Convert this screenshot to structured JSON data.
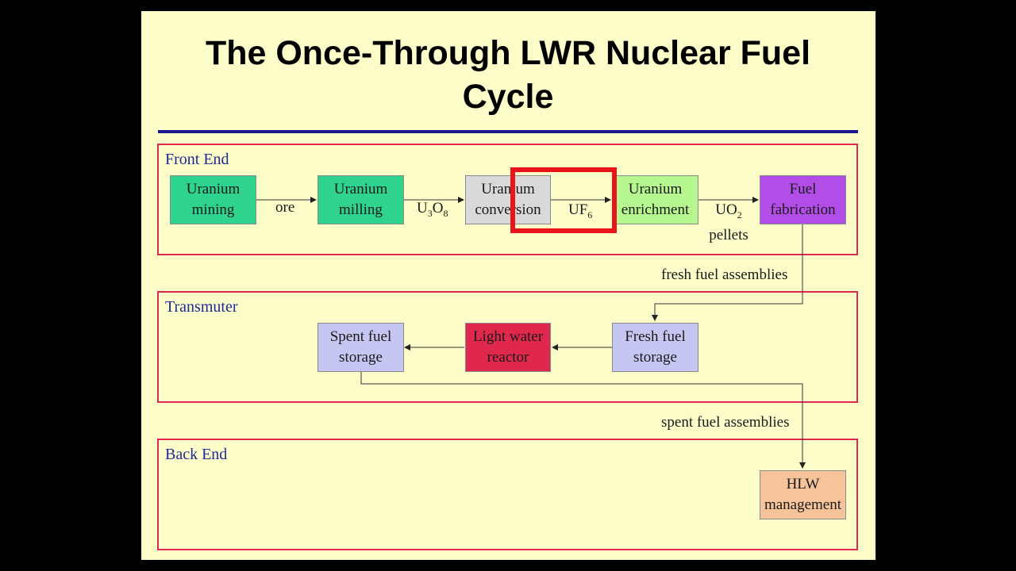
{
  "title": {
    "line1": "The Once-Through LWR Nuclear Fuel",
    "line2": "Cycle"
  },
  "sections": {
    "front_end": "Front End",
    "transmuter": "Transmuter",
    "back_end": "Back End"
  },
  "nodes": {
    "uranium_mining": "Uranium\nmining",
    "uranium_milling": "Uranium\nmilling",
    "uranium_conversion": "Uranium\nconversion",
    "uranium_enrichment": "Uranium\nenrichment",
    "fuel_fabrication": "Fuel\nfabrication",
    "fresh_fuel_storage": "Fresh fuel\nstorage",
    "light_water_reactor": "Light water\nreactor",
    "spent_fuel_storage": "Spent fuel\nstorage",
    "hlw_management": "HLW\nmanagement"
  },
  "edge_labels": {
    "ore": "ore",
    "u3o8": {
      "base": "U",
      "sub1": "3",
      "mid": "O",
      "sub2": "8"
    },
    "uf6": {
      "base": "UF",
      "sub": "6"
    },
    "uo2": {
      "base": "UO",
      "sub": "2",
      "line2": "pellets"
    },
    "fresh_fuel_assemblies": "fresh fuel assemblies",
    "spent_fuel_assemblies": "spent fuel assemblies"
  },
  "colors": {
    "mining": "#2ed38d",
    "milling": "#2ed38d",
    "conversion": "#d9d9d9",
    "enrichment": "#b6f78f",
    "fabrication": "#b24de8",
    "fresh_storage": "#c6c6f2",
    "reactor": "#e0284c",
    "spent_storage": "#c6c6f2",
    "hlw": "#f7c49a",
    "section_border": "#e0294f",
    "highlight": "#e8151b"
  }
}
